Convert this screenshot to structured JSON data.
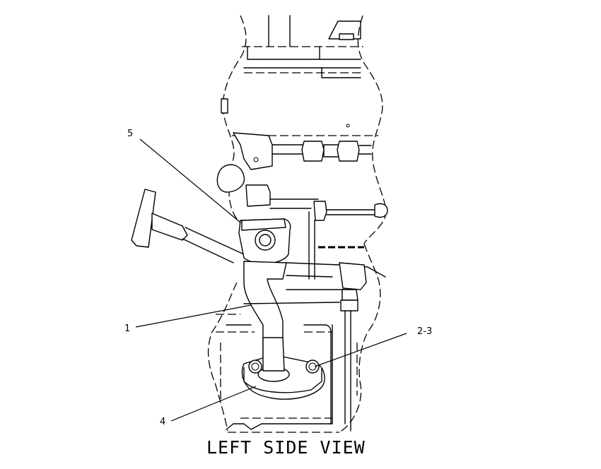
{
  "diagram": {
    "view_title": "LEFT SIDE VIEW",
    "callouts": [
      {
        "label": "5"
      },
      {
        "label": "1"
      },
      {
        "label": "2-3"
      },
      {
        "label": "4"
      }
    ]
  }
}
